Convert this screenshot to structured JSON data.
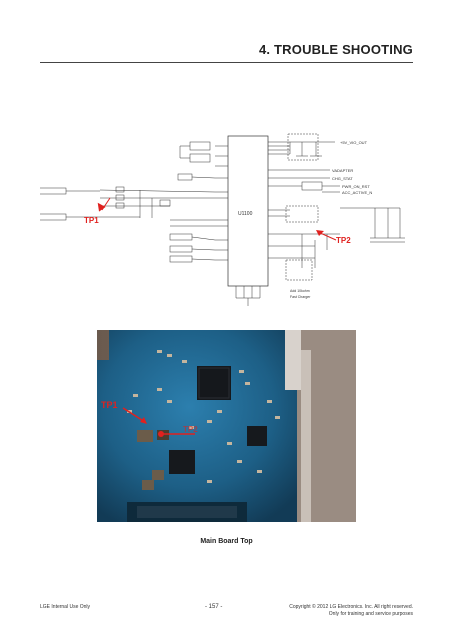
{
  "header": {
    "title": "4. TROUBLE SHOOTING"
  },
  "schematic": {
    "ic_label": "U1100",
    "tp1_label": "TP1",
    "tp2_label": "TP2",
    "net_labels": [
      "+5V_VIO_OUT",
      "VADAPTER",
      "CHG_STAT",
      "PWR_ON_RST",
      "ACC_ACTIVE_N"
    ],
    "note_lines": [
      "Add 10kohm",
      "Fast Charger"
    ]
  },
  "photo": {
    "tp1_label": "TP1",
    "tp2_label": "TP2"
  },
  "caption": "Main Board Top",
  "footer": {
    "left": "LGE Internal Use Only",
    "page": "- 157 -",
    "copyright_line1": "Copyright © 2012 LG Electronics. Inc. All right reserved.",
    "copyright_line2": "Only for training and service purposes"
  },
  "colors": {
    "tp_red": "#e0211f",
    "pcb_blue": "#1d5f86"
  }
}
